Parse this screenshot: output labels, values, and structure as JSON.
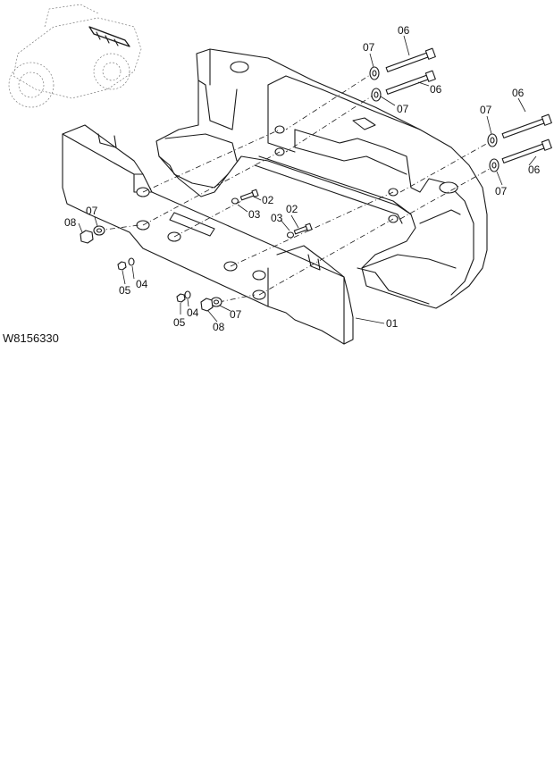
{
  "drawing": {
    "reference_code": "W8156330",
    "callouts": {
      "c01": "01",
      "c02a": "02",
      "c02b": "02",
      "c03a": "03",
      "c03b": "03",
      "c04a": "04",
      "c04b": "04",
      "c05a": "05",
      "c05b": "05",
      "c06a": "06",
      "c06b": "06",
      "c06c": "06",
      "c06d": "06",
      "c07a": "07",
      "c07b": "07",
      "c07c": "07",
      "c07d": "07",
      "c07e": "07",
      "c07f": "07",
      "c08a": "08",
      "c08b": "08"
    }
  }
}
